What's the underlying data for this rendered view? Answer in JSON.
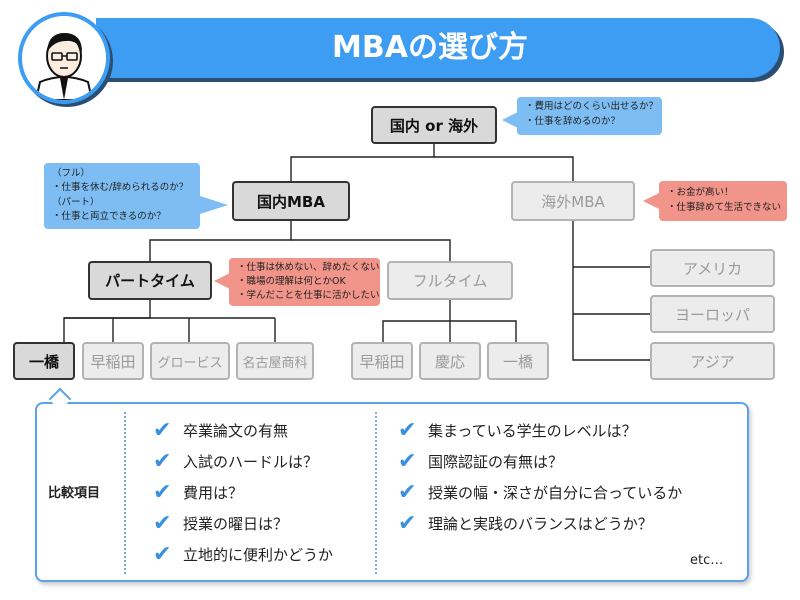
{
  "header": {
    "title": "MBAの選び方"
  },
  "diagram": {
    "root": "国内 or 海外",
    "domestic": "国内MBA",
    "overseas": "海外MBA",
    "parttime": "パートタイム",
    "fulltime": "フルタイム",
    "parttime_schools": [
      "一橋",
      "早稲田",
      "グロービス",
      "名古屋商科"
    ],
    "fulltime_schools": [
      "早稲田",
      "慶応",
      "一橋"
    ],
    "overseas_regions": [
      "アメリカ",
      "ヨーロッパ",
      "アジア"
    ]
  },
  "callouts": {
    "root": [
      "・費用はどのくらい出せるか？",
      "・仕事を辞めるのか？"
    ],
    "domestic": [
      "（フル）",
      "・仕事を休む/辞められるのか？",
      "（パート）",
      "・仕事と両立できるのか？"
    ],
    "overseas": [
      "・お金が高い！",
      "・仕事辞めて生活できない"
    ],
    "parttime": [
      "・仕事は休めない、辞めたくない",
      "・職場の理解は何とかOK",
      "・学んだことを仕事に活かしたい"
    ]
  },
  "compare": {
    "label": "比較項目",
    "left_items": [
      "卒業論文の有無",
      "入試のハードルは？",
      "費用は？",
      "授業の曜日は？",
      "立地的に便利かどうか"
    ],
    "right_items": [
      "集まっている学生のレベルは？",
      "国際認証の有無は？",
      "授業の幅・深さが自分に合っているか",
      "理論と実践のバランスはどうか？"
    ],
    "etc": "etc…"
  },
  "colors": {
    "accent": "#3d9df2",
    "callout_blue": "#7dbdf4",
    "callout_red": "#f1948a",
    "check": "#3a8fde"
  },
  "icons": {
    "avatar": "man-with-glasses-avatar",
    "check": "checkmark-icon"
  }
}
